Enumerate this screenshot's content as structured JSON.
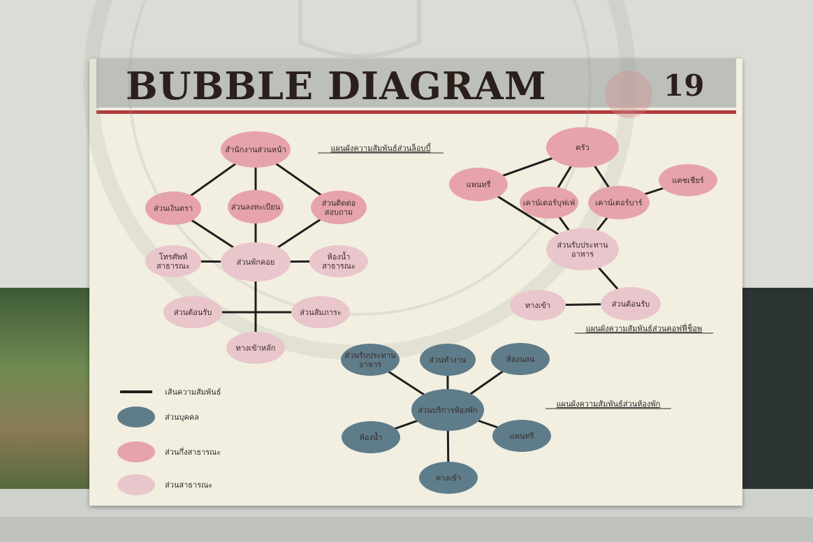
{
  "title": "BUBBLE DIAGRAM",
  "sheet_number": "19",
  "colors": {
    "board": "#f2efe0",
    "title_band": "#bdbfbb",
    "accent_line": "#b03a3a",
    "connector": "#1e1e1e",
    "private_zone": "#5f7c8a",
    "semi_public_zone": "#e6a4aa",
    "public_zone": "#e9c6cc"
  },
  "clusters": [
    {
      "caption": "แผนผังความสัมพันธ์ส่วนล็อบบี้",
      "nodes": [
        {
          "id": "a1",
          "label": "สำนักงานส่วนหน้า",
          "zone": "semi_public"
        },
        {
          "id": "a2",
          "label": "ส่วนเงินตรา",
          "zone": "semi_public"
        },
        {
          "id": "a3",
          "label": "ส่วนลงทะเบียน",
          "zone": "semi_public"
        },
        {
          "id": "a4",
          "label": "ส่วนติดต่อ สอบถาม",
          "zone": "semi_public"
        },
        {
          "id": "a5",
          "label": "โทรศัพท์ สาธารณะ",
          "zone": "public"
        },
        {
          "id": "a6",
          "label": "ส่วนพักคอย",
          "zone": "public"
        },
        {
          "id": "a7",
          "label": "ห้องน้ำ สาธารณะ",
          "zone": "public"
        },
        {
          "id": "a8",
          "label": "ส่วนต้อนรับ",
          "zone": "public"
        },
        {
          "id": "a9",
          "label": "ส่วนสัมภาระ",
          "zone": "public"
        },
        {
          "id": "a10",
          "label": "ทางเข้าหลัก",
          "zone": "public"
        }
      ],
      "links": [
        [
          "a1",
          "a2"
        ],
        [
          "a1",
          "a3"
        ],
        [
          "a1",
          "a4"
        ],
        [
          "a2",
          "a6"
        ],
        [
          "a3",
          "a6"
        ],
        [
          "a4",
          "a6"
        ],
        [
          "a5",
          "a6"
        ],
        [
          "a6",
          "a7"
        ],
        [
          "a6",
          "a10"
        ],
        [
          "a8",
          "a9"
        ]
      ]
    },
    {
      "caption": "แผนผังความสัมพันธ์ส่วนคอฟฟี่ช็อพ",
      "nodes": [
        {
          "id": "b1",
          "label": "ครัว",
          "zone": "semi_public"
        },
        {
          "id": "b2",
          "label": "แพนทรี่",
          "zone": "semi_public"
        },
        {
          "id": "b3",
          "label": "เคาน์เตอร์บุฟเฟ่",
          "zone": "semi_public"
        },
        {
          "id": "b4",
          "label": "เคาน์เตอร์บาร์",
          "zone": "semi_public"
        },
        {
          "id": "b5",
          "label": "แคชเชียร์",
          "zone": "semi_public"
        },
        {
          "id": "b6",
          "label": "ส่วนรับประทาน อาหาร",
          "zone": "public"
        },
        {
          "id": "b7",
          "label": "ทางเข้า",
          "zone": "public"
        },
        {
          "id": "b8",
          "label": "ส่วนต้อนรับ",
          "zone": "public"
        }
      ],
      "links": [
        [
          "b1",
          "b2"
        ],
        [
          "b1",
          "b3"
        ],
        [
          "b1",
          "b4"
        ],
        [
          "b4",
          "b5"
        ],
        [
          "b2",
          "b6"
        ],
        [
          "b3",
          "b6"
        ],
        [
          "b4",
          "b6"
        ],
        [
          "b6",
          "b8"
        ],
        [
          "b7",
          "b8"
        ]
      ]
    },
    {
      "caption": "แผนผังความสัมพันธ์ส่วนห้องพัก",
      "nodes": [
        {
          "id": "c1",
          "label": "ส่วนบริการห้องพัก",
          "zone": "private"
        },
        {
          "id": "c2",
          "label": "ส่วนรับประทาน อาหาร",
          "zone": "private"
        },
        {
          "id": "c3",
          "label": "ส่วนทำงาน",
          "zone": "private"
        },
        {
          "id": "c4",
          "label": "ห้องนอน",
          "zone": "private"
        },
        {
          "id": "c5",
          "label": "ห้องน้ำ",
          "zone": "private"
        },
        {
          "id": "c6",
          "label": "แพนทรี่",
          "zone": "private"
        },
        {
          "id": "c7",
          "label": "ทางเข้า",
          "zone": "private"
        }
      ],
      "links": [
        [
          "c1",
          "c2"
        ],
        [
          "c1",
          "c3"
        ],
        [
          "c1",
          "c4"
        ],
        [
          "c1",
          "c5"
        ],
        [
          "c1",
          "c6"
        ],
        [
          "c1",
          "c7"
        ]
      ]
    }
  ],
  "legend": [
    {
      "symbol": "line",
      "label": "เส้นความสัมพันธ์"
    },
    {
      "symbol": "private_zone",
      "label": "ส่วนบุคคล"
    },
    {
      "symbol": "semi_public_zone",
      "label": "ส่วนกึ่งสาธารณะ"
    },
    {
      "symbol": "public_zone",
      "label": "ส่วนสาธารณะ"
    }
  ]
}
